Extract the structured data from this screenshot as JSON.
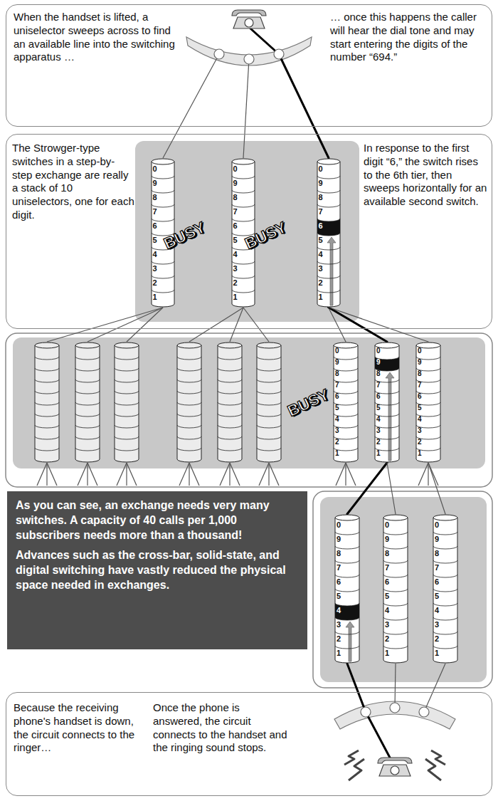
{
  "diagram": {
    "nodes": [
      {
        "text": [
          "When the handset is lifted, a uniselector sweeps across to find an available line into the switching apparatus …",
          "… once this happens the caller will hear the dial tone and may start entering the digits of the number “694.”"
        ]
      },
      {
        "text": [
          "The Strowger-type switches in a step-by-step exchange are really a stack of 10 uniselectors, one for each digit.",
          "In response to the first digit “6,” the switch rises to the 6th tier, then sweeps horizontally for an available second switch."
        ]
      },
      {
        "text": [
          "0",
          "9",
          "8",
          "7",
          "6",
          "5",
          "4",
          "3",
          "2",
          "1"
        ],
        "in": 1
      },
      {
        "text": [
          "0",
          "9",
          "8",
          "7",
          "6",
          "5",
          "4",
          "3",
          "2",
          "1"
        ],
        "in": 1
      },
      {
        "text": [
          "0",
          "9",
          "8",
          "7",
          "6",
          "5",
          "4",
          "3",
          "2",
          "1"
        ],
        "in": 1
      },
      {
        "text": [
          "0",
          "9",
          "8",
          "7",
          "6",
          "5",
          "4",
          "3",
          "2",
          "1"
        ]
      },
      {
        "text": [
          "0",
          "9",
          "8",
          "7",
          "6",
          "5",
          "4",
          "3",
          "2",
          "1"
        ]
      },
      {
        "text": [
          "0",
          "9",
          "8",
          "7",
          "6",
          "5",
          "4",
          "3",
          "2",
          "1"
        ]
      },
      {
        "text": [
          "As you can see, an exchange needs very many switches. A capacity of 40 calls per 1,000 subscribers needs more than a thousand!",
          "Advances such as the cross-bar, solid-state, and digital switching have vastly reduced the physical space needed in exchanges."
        ]
      },
      {
        "text": [
          "0",
          "9",
          "8",
          "7",
          "6",
          "5",
          "4",
          "3",
          "2",
          "1"
        ]
      },
      {
        "text": [
          "0",
          "9",
          "8",
          "7",
          "6",
          "5",
          "4",
          "3",
          "2",
          "1"
        ]
      },
      {
        "text": [
          "0",
          "9",
          "8",
          "7",
          "6",
          "5",
          "4",
          "3",
          "2",
          "1"
        ]
      },
      {
        "text": [
          "Because the receiving phone's handset is down, the circuit connects to the ringer…",
          "Once the phone is answered, the circuit connects to the handset and the ringing sound stops."
        ]
      }
    ],
    "edges": [
      {
        "from": 4,
        "to": 5,
        "arrow": "none"
      },
      {
        "from": 4,
        "to": 6,
        "arrow": "none"
      },
      {
        "from": 4,
        "to": 7,
        "arrow": "none"
      },
      {
        "from": 6,
        "to": 9,
        "arrow": "none"
      },
      {
        "from": 6,
        "to": 10,
        "arrow": "none"
      },
      {
        "from": 7,
        "to": 11,
        "arrow": "none"
      }
    ],
    "labels": [
      "BUSY",
      "BUSY",
      "BUSY"
    ]
  }
}
